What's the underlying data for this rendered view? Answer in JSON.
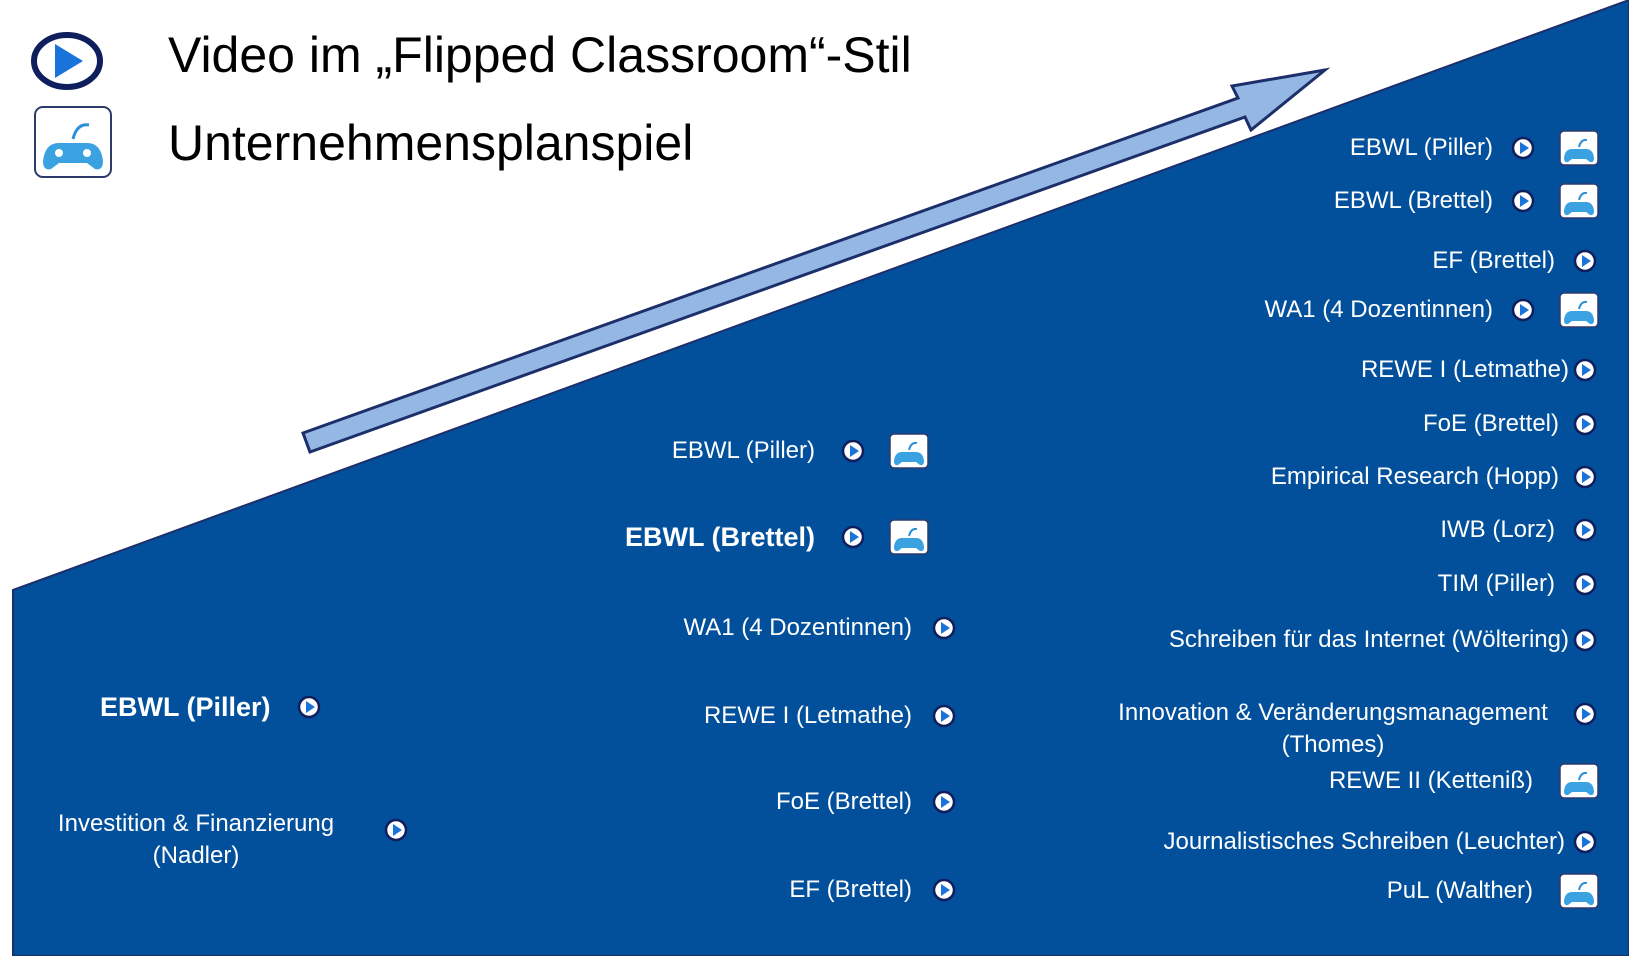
{
  "legend": {
    "video": {
      "icon": "play-circle-icon",
      "label": "Video im „Flipped Classroom“-Stil"
    },
    "game": {
      "icon": "gamepad-icon",
      "label": "Unternehmensplanspiel"
    }
  },
  "colors": {
    "area": "#02509b",
    "arrow": "#94b8e3",
    "text": "#ffffff"
  },
  "col1": {
    "items": [
      {
        "label": "EBWL (Piller)",
        "bold": true,
        "video": true,
        "game": false
      },
      {
        "line1": "Investition & Finanzierung",
        "line2": "(Nadler)",
        "video": true,
        "game": false
      }
    ]
  },
  "col2": {
    "items": [
      {
        "label": "EBWL (Piller)",
        "video": true,
        "game": true
      },
      {
        "label": "EBWL (Brettel)",
        "bold": true,
        "video": true,
        "game": true
      },
      {
        "label": "WA1 (4 Dozentinnen)",
        "video": true,
        "game": false
      },
      {
        "label": "REWE I (Letmathe)",
        "video": true,
        "game": false
      },
      {
        "label": "FoE (Brettel)",
        "video": true,
        "game": false
      },
      {
        "label": "EF (Brettel)",
        "video": true,
        "game": false
      }
    ]
  },
  "col3": {
    "items": [
      {
        "label": "EBWL (Piller)",
        "video": true,
        "game": true
      },
      {
        "label": "EBWL (Brettel)",
        "video": true,
        "game": true
      },
      {
        "label": "EF (Brettel)",
        "video": true,
        "game": false
      },
      {
        "label": "WA1 (4 Dozentinnen)",
        "video": true,
        "game": true
      },
      {
        "label": "REWE I (Letmathe)",
        "video": true,
        "game": false
      },
      {
        "label": "FoE (Brettel)",
        "video": true,
        "game": false
      },
      {
        "label": "Empirical Research (Hopp)",
        "video": true,
        "game": false
      },
      {
        "label": "IWB (Lorz)",
        "video": true,
        "game": false
      },
      {
        "label": "TIM (Piller)",
        "video": true,
        "game": false
      },
      {
        "label": "Schreiben für das Internet (Wöltering)",
        "video": true,
        "game": false
      },
      {
        "line1": "Innovation & Veränderungsmanagement",
        "line2": "(Thomes)",
        "video": true,
        "game": false
      },
      {
        "label": "REWE II  (Ketteniß)",
        "video": false,
        "game": true
      },
      {
        "label": "Journalistisches  Schreiben (Leuchter)",
        "video": true,
        "game": false
      },
      {
        "label": "PuL  (Walther)",
        "video": false,
        "game": true
      }
    ]
  }
}
